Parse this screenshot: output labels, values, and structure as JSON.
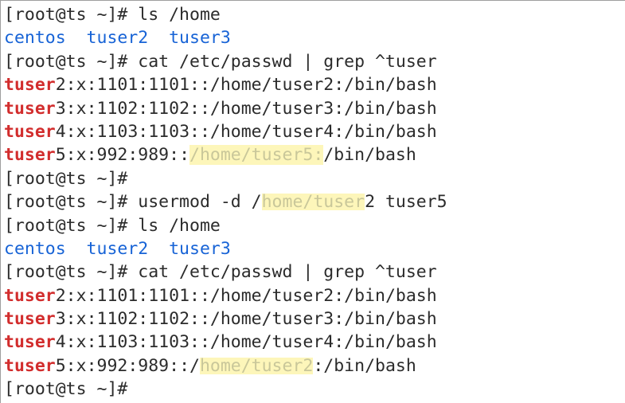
{
  "terminal": {
    "prompt": "[root@ts ~]#",
    "colors": {
      "background": "#ffffff",
      "foreground": "#2b2b2b",
      "blue": "#1763d6",
      "red": "#d22d2d",
      "highlight_bg": "#fdf6ba",
      "highlight_fg": "#c9c79a",
      "border": "#9e9e9e"
    },
    "lines": [
      {
        "id": "line-1",
        "kind": "command",
        "segments": [
          {
            "text": "[root@ts ~]# ls /home",
            "style": "default"
          }
        ]
      },
      {
        "id": "line-2",
        "kind": "output",
        "segments": [
          {
            "text": "centos  tuser2  tuser3",
            "style": "blue"
          }
        ]
      },
      {
        "id": "line-3",
        "kind": "command",
        "segments": [
          {
            "text": "[root@ts ~]# cat /etc/passwd | grep ^tuser",
            "style": "default"
          }
        ]
      },
      {
        "id": "line-4",
        "kind": "output",
        "segments": [
          {
            "text": "tuser",
            "style": "red"
          },
          {
            "text": "2:x:1101:1101::/home/tuser2:/bin/bash",
            "style": "default"
          }
        ]
      },
      {
        "id": "line-5",
        "kind": "output",
        "segments": [
          {
            "text": "tuser",
            "style": "red"
          },
          {
            "text": "3:x:1102:1102::/home/tuser3:/bin/bash",
            "style": "default"
          }
        ]
      },
      {
        "id": "line-6",
        "kind": "output",
        "segments": [
          {
            "text": "tuser",
            "style": "red"
          },
          {
            "text": "4:x:1103:1103::/home/tuser4:/bin/bash",
            "style": "default"
          }
        ]
      },
      {
        "id": "line-7",
        "kind": "output",
        "segments": [
          {
            "text": "tuser",
            "style": "red"
          },
          {
            "text": "5:x:992:989::",
            "style": "default"
          },
          {
            "text": "/home/tuser5:",
            "style": "highlight"
          },
          {
            "text": "/bin/bash",
            "style": "default"
          }
        ]
      },
      {
        "id": "line-8",
        "kind": "prompt",
        "segments": [
          {
            "text": "[root@ts ~]#",
            "style": "default"
          }
        ]
      },
      {
        "id": "line-9",
        "kind": "command",
        "segments": [
          {
            "text": "[root@ts ~]# usermod -d /",
            "style": "default"
          },
          {
            "text": "home/tuser",
            "style": "highlight-tight"
          },
          {
            "text": "2 tuser5",
            "style": "default"
          }
        ]
      },
      {
        "id": "line-10",
        "kind": "command",
        "segments": [
          {
            "text": "[root@ts ~]# ls /home",
            "style": "default"
          }
        ]
      },
      {
        "id": "line-11",
        "kind": "output",
        "segments": [
          {
            "text": "centos  tuser2  tuser3",
            "style": "blue"
          }
        ]
      },
      {
        "id": "line-12",
        "kind": "command",
        "segments": [
          {
            "text": "[root@ts ~]# cat /etc/passwd | grep ^tuser",
            "style": "default"
          }
        ]
      },
      {
        "id": "line-13",
        "kind": "output",
        "segments": [
          {
            "text": "tuser",
            "style": "red"
          },
          {
            "text": "2:x:1101:1101::/home/tuser2:/bin/bash",
            "style": "default"
          }
        ]
      },
      {
        "id": "line-14",
        "kind": "output",
        "segments": [
          {
            "text": "tuser",
            "style": "red"
          },
          {
            "text": "3:x:1102:1102::/home/tuser3:/bin/bash",
            "style": "default"
          }
        ]
      },
      {
        "id": "line-15",
        "kind": "output",
        "segments": [
          {
            "text": "tuser",
            "style": "red"
          },
          {
            "text": "4:x:1103:1103::/home/tuser4:/bin/bash",
            "style": "default"
          }
        ]
      },
      {
        "id": "line-16",
        "kind": "output",
        "segments": [
          {
            "text": "tuser",
            "style": "red"
          },
          {
            "text": "5:x:992:989::/",
            "style": "default"
          },
          {
            "text": "home/tuser2",
            "style": "highlight-tight"
          },
          {
            "text": ":/bin/bash",
            "style": "default"
          }
        ]
      },
      {
        "id": "line-17",
        "kind": "prompt",
        "segments": [
          {
            "text": "[root@ts ~]#",
            "style": "default"
          }
        ]
      }
    ]
  }
}
